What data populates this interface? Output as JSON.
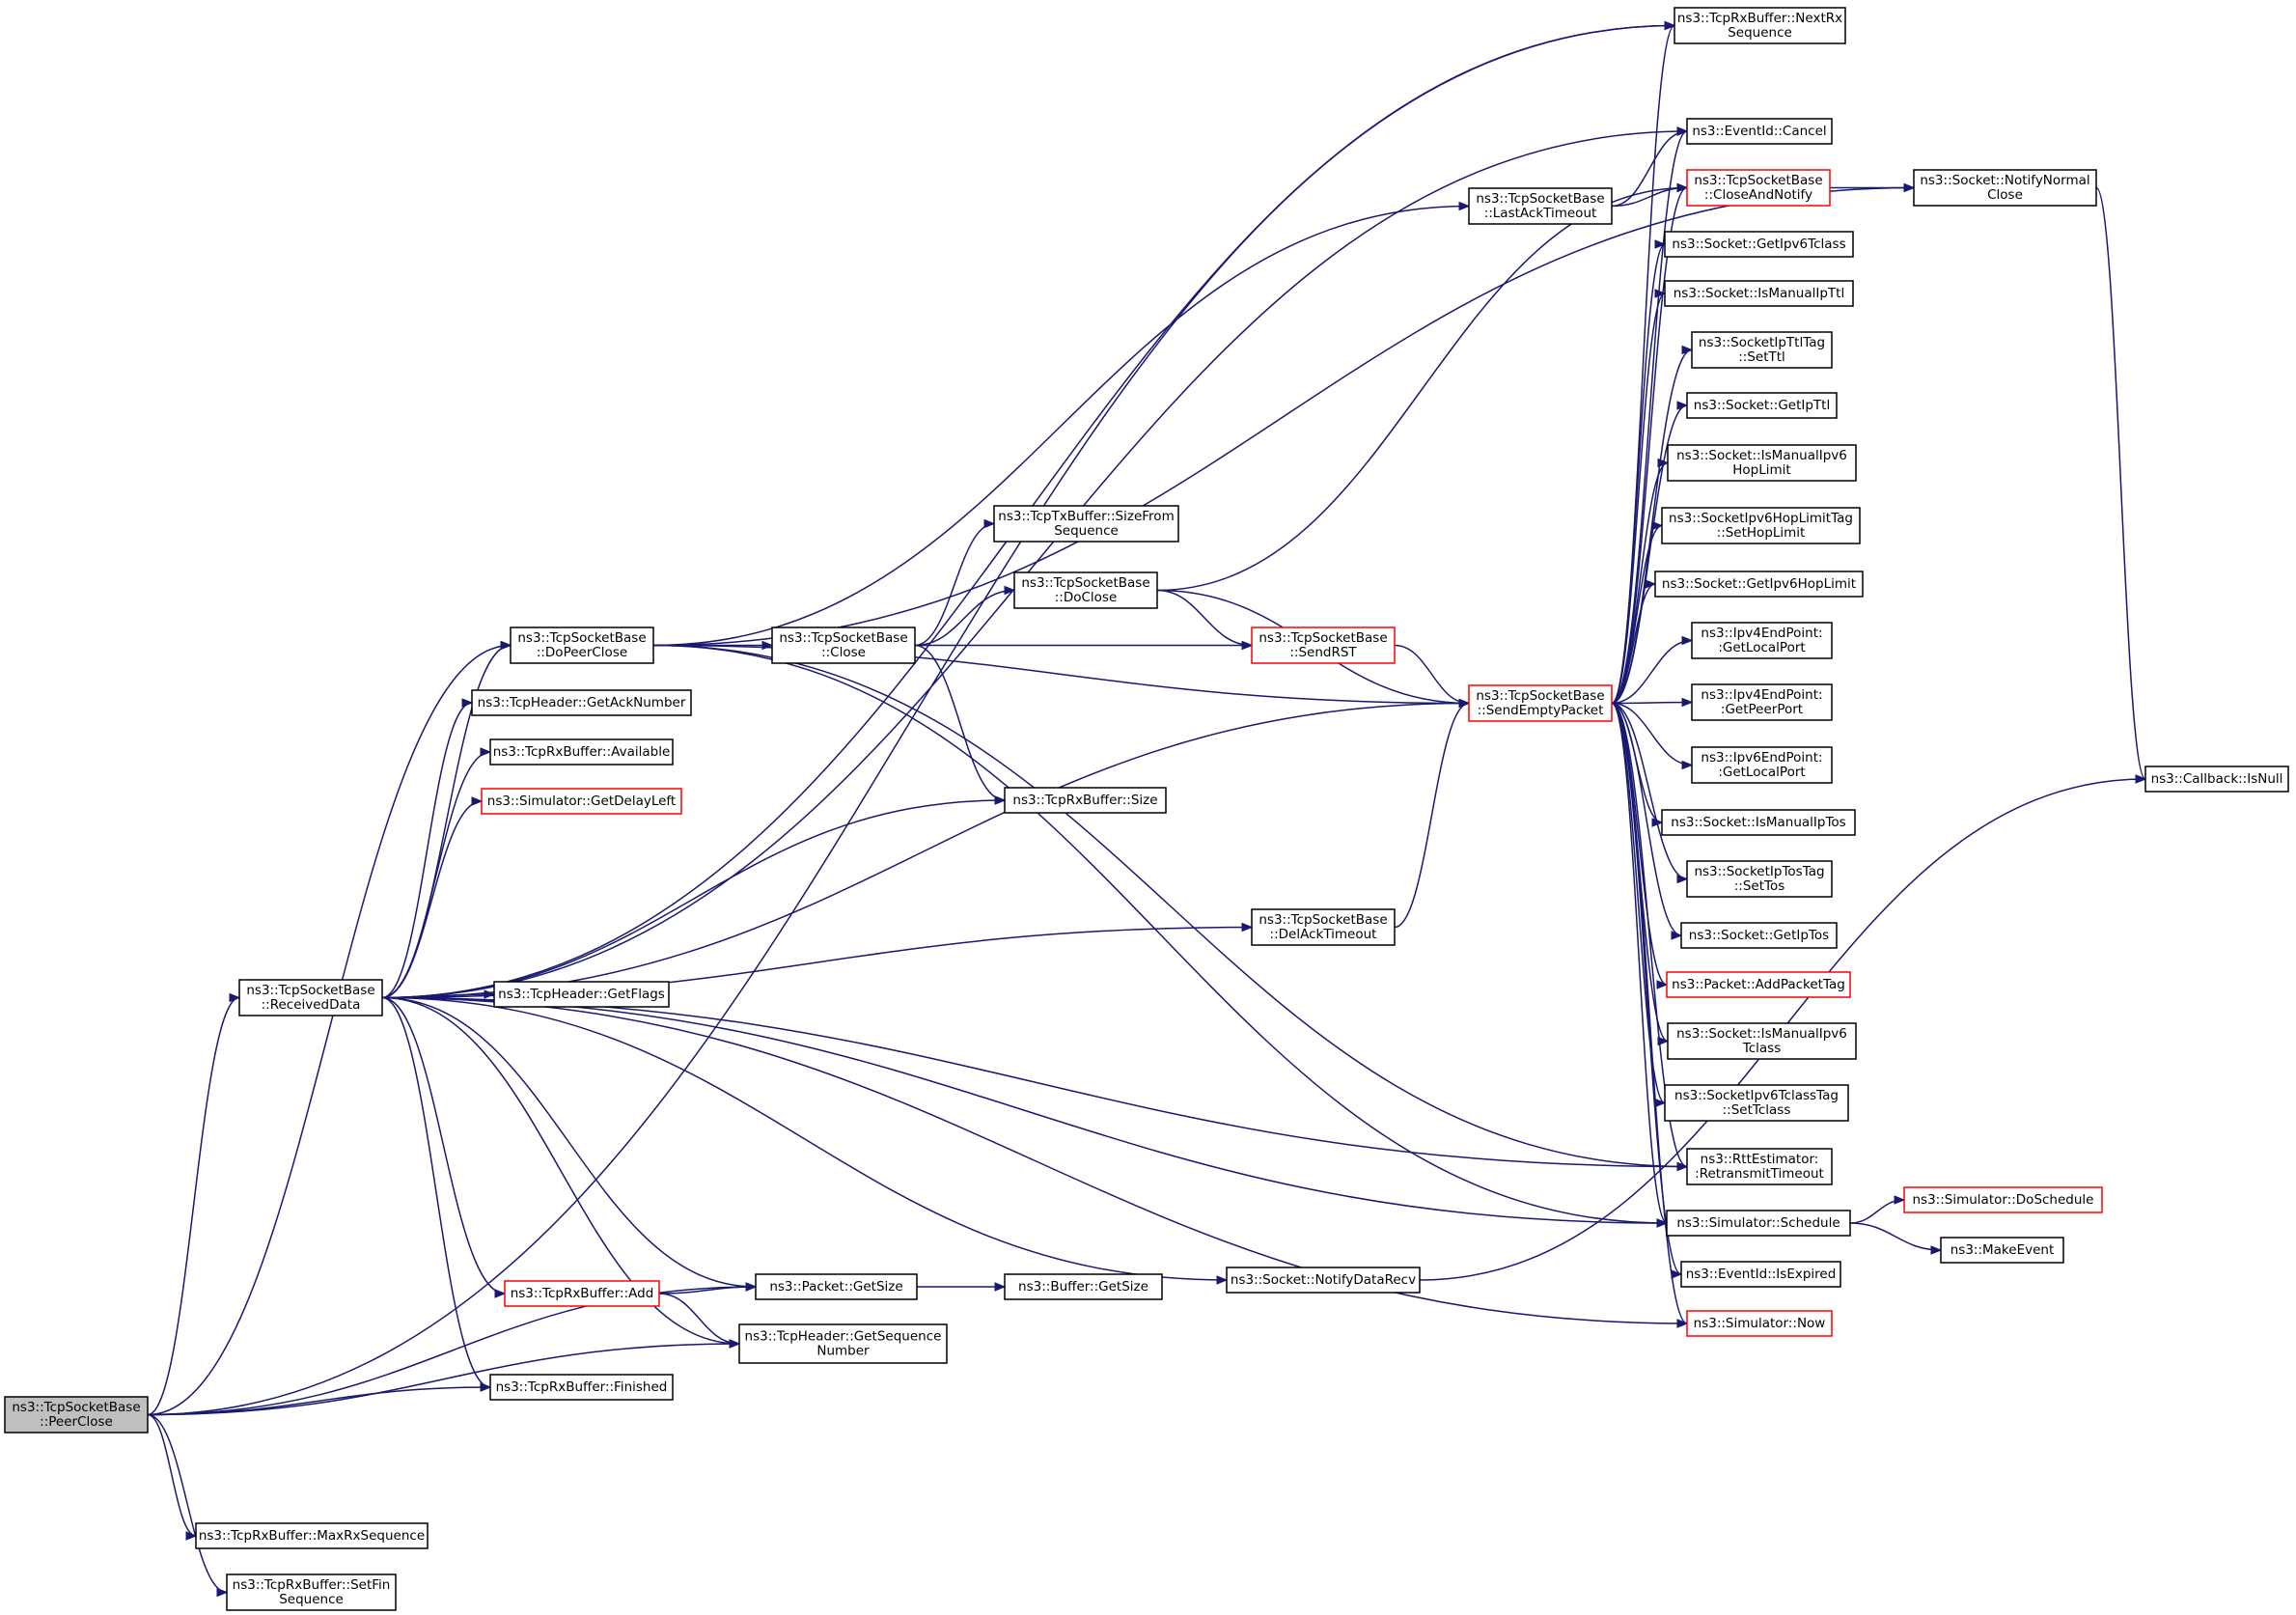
{
  "colors": {
    "edge": "#191970",
    "node_border": "#000000",
    "node_border_incomplete": "#ff0000",
    "root_fill": "#bfbfbf",
    "node_fill": "#ffffff"
  },
  "nodes": [
    {
      "id": "peerclose",
      "lines": [
        "ns3::TcpSocketBase",
        "::PeerClose"
      ],
      "border": "black",
      "root": true
    },
    {
      "id": "receiveddata",
      "lines": [
        "ns3::TcpSocketBase",
        "::ReceivedData"
      ],
      "border": "black"
    },
    {
      "id": "dopeerclose",
      "lines": [
        "ns3::TcpSocketBase",
        "::DoPeerClose"
      ],
      "border": "black"
    },
    {
      "id": "getacknumber",
      "lines": [
        "ns3::TcpHeader::GetAckNumber"
      ],
      "border": "black"
    },
    {
      "id": "available",
      "lines": [
        "ns3::TcpRxBuffer::Available"
      ],
      "border": "black"
    },
    {
      "id": "getdelayleft",
      "lines": [
        "ns3::Simulator::GetDelayLeft"
      ],
      "border": "red"
    },
    {
      "id": "getflags",
      "lines": [
        "ns3::TcpHeader::GetFlags"
      ],
      "border": "black"
    },
    {
      "id": "rxadd",
      "lines": [
        "ns3::TcpRxBuffer::Add"
      ],
      "border": "red"
    },
    {
      "id": "finished",
      "lines": [
        "ns3::TcpRxBuffer::Finished"
      ],
      "border": "black"
    },
    {
      "id": "maxrxseq",
      "lines": [
        "ns3::TcpRxBuffer::MaxRxSequence"
      ],
      "border": "black"
    },
    {
      "id": "setfinseq",
      "lines": [
        "ns3::TcpRxBuffer::SetFin",
        "Sequence"
      ],
      "border": "black"
    },
    {
      "id": "close",
      "lines": [
        "ns3::TcpSocketBase",
        "::Close"
      ],
      "border": "black"
    },
    {
      "id": "pktgetsize",
      "lines": [
        "ns3::Packet::GetSize"
      ],
      "border": "black"
    },
    {
      "id": "getseqnum",
      "lines": [
        "ns3::TcpHeader::GetSequence",
        "Number"
      ],
      "border": "black"
    },
    {
      "id": "buffergetsize",
      "lines": [
        "ns3::Buffer::GetSize"
      ],
      "border": "black"
    },
    {
      "id": "txsizefrom",
      "lines": [
        "ns3::TcpTxBuffer::SizeFrom",
        "Sequence"
      ],
      "border": "black"
    },
    {
      "id": "doclose",
      "lines": [
        "ns3::TcpSocketBase",
        "::DoClose"
      ],
      "border": "black"
    },
    {
      "id": "rxsize",
      "lines": [
        "ns3::TcpRxBuffer::Size"
      ],
      "border": "black"
    },
    {
      "id": "sendrst",
      "lines": [
        "ns3::TcpSocketBase",
        "::SendRST"
      ],
      "border": "red"
    },
    {
      "id": "delacktimeout",
      "lines": [
        "ns3::TcpSocketBase",
        "::DelAckTimeout"
      ],
      "border": "black"
    },
    {
      "id": "notifydatarecv",
      "lines": [
        "ns3::Socket::NotifyDataRecv"
      ],
      "border": "black"
    },
    {
      "id": "lastacktimeout",
      "lines": [
        "ns3::TcpSocketBase",
        "::LastAckTimeout"
      ],
      "border": "black"
    },
    {
      "id": "sendempty",
      "lines": [
        "ns3::TcpSocketBase",
        "::SendEmptyPacket"
      ],
      "border": "red"
    },
    {
      "id": "nextrxseq",
      "lines": [
        "ns3::TcpRxBuffer::NextRx",
        "Sequence"
      ],
      "border": "black"
    },
    {
      "id": "evcancel",
      "lines": [
        "ns3::EventId::Cancel"
      ],
      "border": "black"
    },
    {
      "id": "closeandnotify",
      "lines": [
        "ns3::TcpSocketBase",
        "::CloseAndNotify"
      ],
      "border": "red"
    },
    {
      "id": "getipv6tclass",
      "lines": [
        "ns3::Socket::GetIpv6Tclass"
      ],
      "border": "black"
    },
    {
      "id": "ismanualipttl",
      "lines": [
        "ns3::Socket::IsManualIpTtl"
      ],
      "border": "black"
    },
    {
      "id": "setttl",
      "lines": [
        "ns3::SocketIpTtlTag",
        "::SetTtl"
      ],
      "border": "black"
    },
    {
      "id": "getipttl",
      "lines": [
        "ns3::Socket::GetIpTtl"
      ],
      "border": "black"
    },
    {
      "id": "ismanualipv6hop",
      "lines": [
        "ns3::Socket::IsManualIpv6",
        "HopLimit"
      ],
      "border": "black"
    },
    {
      "id": "sethoplimit",
      "lines": [
        "ns3::SocketIpv6HopLimitTag",
        "::SetHopLimit"
      ],
      "border": "black"
    },
    {
      "id": "getipv6hop",
      "lines": [
        "ns3::Socket::GetIpv6HopLimit"
      ],
      "border": "black"
    },
    {
      "id": "ipv4localport",
      "lines": [
        "ns3::Ipv4EndPoint:",
        ":GetLocalPort"
      ],
      "border": "black"
    },
    {
      "id": "ipv4peerport",
      "lines": [
        "ns3::Ipv4EndPoint:",
        ":GetPeerPort"
      ],
      "border": "black"
    },
    {
      "id": "ipv6localport",
      "lines": [
        "ns3::Ipv6EndPoint:",
        ":GetLocalPort"
      ],
      "border": "black"
    },
    {
      "id": "ismanualiptos",
      "lines": [
        "ns3::Socket::IsManualIpTos"
      ],
      "border": "black"
    },
    {
      "id": "settos",
      "lines": [
        "ns3::SocketIpTosTag",
        "::SetTos"
      ],
      "border": "black"
    },
    {
      "id": "getiptos",
      "lines": [
        "ns3::Socket::GetIpTos"
      ],
      "border": "black"
    },
    {
      "id": "addpackettag",
      "lines": [
        "ns3::Packet::AddPacketTag"
      ],
      "border": "red"
    },
    {
      "id": "ismanualipv6tclass",
      "lines": [
        "ns3::Socket::IsManualIpv6",
        "Tclass"
      ],
      "border": "black"
    },
    {
      "id": "settclass",
      "lines": [
        "ns3::SocketIpv6TclassTag",
        "::SetTclass"
      ],
      "border": "black"
    },
    {
      "id": "retransmittimeout",
      "lines": [
        "ns3::RttEstimator:",
        ":RetransmitTimeout"
      ],
      "border": "black"
    },
    {
      "id": "schedule",
      "lines": [
        "ns3::Simulator::Schedule"
      ],
      "border": "black"
    },
    {
      "id": "isexpired",
      "lines": [
        "ns3::EventId::IsExpired"
      ],
      "border": "black"
    },
    {
      "id": "simnow",
      "lines": [
        "ns3::Simulator::Now"
      ],
      "border": "red"
    },
    {
      "id": "notifynormalclose",
      "lines": [
        "ns3::Socket::NotifyNormal",
        "Close"
      ],
      "border": "black"
    },
    {
      "id": "doschedule",
      "lines": [
        "ns3::Simulator::DoSchedule"
      ],
      "border": "red"
    },
    {
      "id": "makeevent",
      "lines": [
        "ns3::MakeEvent"
      ],
      "border": "black"
    },
    {
      "id": "isnull",
      "lines": [
        "ns3::Callback::IsNull"
      ],
      "border": "black"
    }
  ],
  "edges": [
    [
      "peerclose",
      "dopeerclose"
    ],
    [
      "peerclose",
      "receiveddata"
    ],
    [
      "peerclose",
      "nextrxseq"
    ],
    [
      "peerclose",
      "finished"
    ],
    [
      "peerclose",
      "pktgetsize"
    ],
    [
      "peerclose",
      "getseqnum"
    ],
    [
      "peerclose",
      "maxrxseq"
    ],
    [
      "peerclose",
      "setfinseq"
    ],
    [
      "receiveddata",
      "dopeerclose"
    ],
    [
      "receiveddata",
      "getacknumber"
    ],
    [
      "receiveddata",
      "available"
    ],
    [
      "receiveddata",
      "getdelayleft"
    ],
    [
      "receiveddata",
      "rxsize"
    ],
    [
      "receiveddata",
      "getflags"
    ],
    [
      "receiveddata",
      "rxadd"
    ],
    [
      "receiveddata",
      "finished"
    ],
    [
      "receiveddata",
      "pktgetsize"
    ],
    [
      "receiveddata",
      "getseqnum"
    ],
    [
      "receiveddata",
      "delacktimeout"
    ],
    [
      "receiveddata",
      "notifydatarecv"
    ],
    [
      "receiveddata",
      "sendempty"
    ],
    [
      "receiveddata",
      "nextrxseq"
    ],
    [
      "receiveddata",
      "evcancel"
    ],
    [
      "receiveddata",
      "schedule"
    ],
    [
      "receiveddata",
      "retransmittimeout"
    ],
    [
      "receiveddata",
      "simnow"
    ],
    [
      "dopeerclose",
      "close"
    ],
    [
      "dopeerclose",
      "sendempty"
    ],
    [
      "dopeerclose",
      "lastacktimeout"
    ],
    [
      "dopeerclose",
      "notifynormalclose"
    ],
    [
      "dopeerclose",
      "schedule"
    ],
    [
      "dopeerclose",
      "retransmittimeout"
    ],
    [
      "rxadd",
      "pktgetsize"
    ],
    [
      "rxadd",
      "getseqnum"
    ],
    [
      "close",
      "txsizefrom"
    ],
    [
      "close",
      "doclose"
    ],
    [
      "close",
      "sendrst"
    ],
    [
      "close",
      "rxsize"
    ],
    [
      "doclose",
      "sendrst"
    ],
    [
      "doclose",
      "sendempty"
    ],
    [
      "doclose",
      "closeandnotify"
    ],
    [
      "pktgetsize",
      "buffergetsize"
    ],
    [
      "sendrst",
      "sendempty"
    ],
    [
      "delacktimeout",
      "sendempty"
    ],
    [
      "lastacktimeout",
      "evcancel"
    ],
    [
      "lastacktimeout",
      "closeandnotify"
    ],
    [
      "notifydatarecv",
      "isnull"
    ],
    [
      "closeandnotify",
      "notifynormalclose"
    ],
    [
      "notifynormalclose",
      "isnull"
    ],
    [
      "schedule",
      "doschedule"
    ],
    [
      "schedule",
      "makeevent"
    ],
    [
      "sendempty",
      "nextrxseq"
    ],
    [
      "sendempty",
      "evcancel"
    ],
    [
      "sendempty",
      "closeandnotify"
    ],
    [
      "sendempty",
      "getipv6tclass"
    ],
    [
      "sendempty",
      "ismanualipttl"
    ],
    [
      "sendempty",
      "setttl"
    ],
    [
      "sendempty",
      "getipttl"
    ],
    [
      "sendempty",
      "ismanualipv6hop"
    ],
    [
      "sendempty",
      "sethoplimit"
    ],
    [
      "sendempty",
      "getipv6hop"
    ],
    [
      "sendempty",
      "ipv4localport"
    ],
    [
      "sendempty",
      "ipv4peerport"
    ],
    [
      "sendempty",
      "ipv6localport"
    ],
    [
      "sendempty",
      "ismanualiptos"
    ],
    [
      "sendempty",
      "settos"
    ],
    [
      "sendempty",
      "getiptos"
    ],
    [
      "sendempty",
      "addpackettag"
    ],
    [
      "sendempty",
      "ismanualipv6tclass"
    ],
    [
      "sendempty",
      "settclass"
    ],
    [
      "sendempty",
      "retransmittimeout"
    ],
    [
      "sendempty",
      "schedule"
    ],
    [
      "sendempty",
      "isexpired"
    ],
    [
      "sendempty",
      "simnow"
    ]
  ]
}
